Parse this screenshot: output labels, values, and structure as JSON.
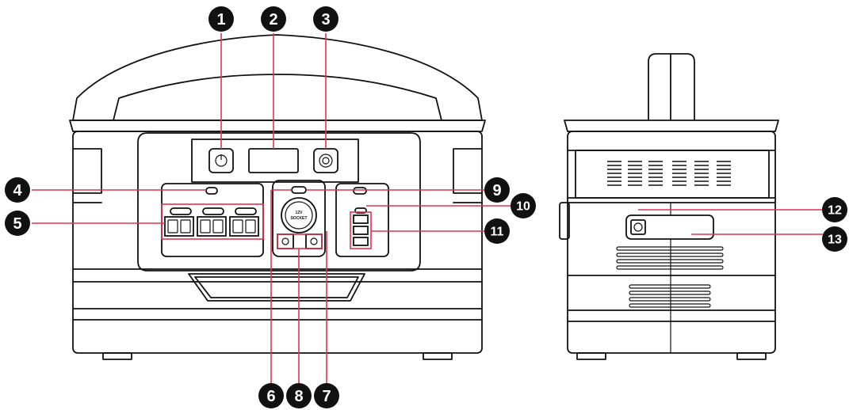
{
  "colors": {
    "outline": "#111111",
    "callout_line": "#e0334d",
    "callout_fill": "#111111"
  },
  "callouts": [
    {
      "id": "1",
      "label": "1"
    },
    {
      "id": "2",
      "label": "2"
    },
    {
      "id": "3",
      "label": "3"
    },
    {
      "id": "4",
      "label": "4"
    },
    {
      "id": "5",
      "label": "5"
    },
    {
      "id": "6",
      "label": "6"
    },
    {
      "id": "7",
      "label": "7"
    },
    {
      "id": "8",
      "label": "8"
    },
    {
      "id": "9",
      "label": "9"
    },
    {
      "id": "10",
      "label": "10"
    },
    {
      "id": "11",
      "label": "11"
    },
    {
      "id": "12",
      "label": "12"
    },
    {
      "id": "13",
      "label": "13"
    }
  ],
  "socket_label": {
    "line1": "12V",
    "line2": "SOCKET"
  },
  "icons": [
    "power-icon",
    "ac-outlet-icon",
    "usb-port-icon",
    "car-socket-icon",
    "dc-port-icon",
    "ac-input-icon"
  ]
}
